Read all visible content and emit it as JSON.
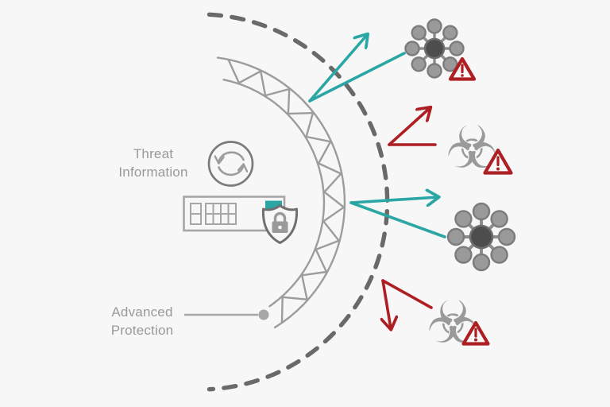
{
  "colors": {
    "background": "#f7f7f7",
    "teal": "#2aa7a4",
    "red": "#ae1f24",
    "dark_gray": "#696969",
    "mid_gray": "#9c9c9c",
    "light_gray": "#a6a6a6",
    "text_gray": "#999999",
    "icon_gray": "#9a9a9a",
    "icon_dark": "#4d4d4d",
    "shield_gray": "#6f6f6f"
  },
  "labels": {
    "threat_information": {
      "line1": "Threat",
      "line2": "Information"
    },
    "advanced_protection": {
      "line1": "Advanced",
      "line2": "Protection"
    }
  },
  "glyphs": {
    "biohazard": "☣"
  },
  "icons": {
    "sync": "sync-icon (circular arrows)",
    "server": "server-rack-icon",
    "shield_lock": "shield-lock-icon",
    "virus": "virus-icon (8-spoke malware)",
    "biohazard": "biohazard-icon",
    "warning": "warning-triangle-icon"
  },
  "diagram": {
    "perimeter": "outer dashed detection arc",
    "barrier": "truss shield-wall arc",
    "deflections": [
      {
        "origin": "truss-arc",
        "arrow_color": "teal",
        "threat": "virus",
        "has_warning_triangle": true
      },
      {
        "origin": "dashed-arc",
        "arrow_color": "red",
        "threat": "biohazard",
        "has_warning_triangle": true
      },
      {
        "origin": "truss-arc",
        "arrow_color": "teal",
        "threat": "virus",
        "has_warning_triangle": false
      },
      {
        "origin": "dashed-arc",
        "arrow_color": "red",
        "threat": "biohazard",
        "has_warning_triangle": true
      }
    ]
  }
}
